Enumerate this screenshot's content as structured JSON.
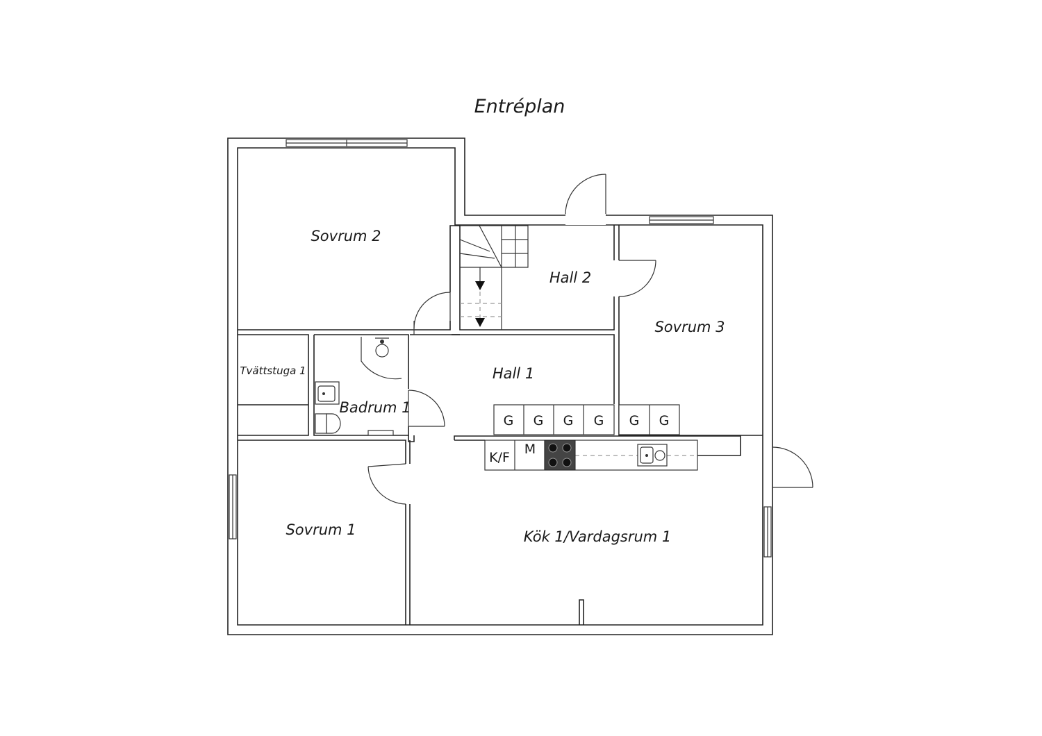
{
  "title": "Entréplan",
  "rooms": {
    "sovrum_2": "Sovrum 2",
    "hall_2": "Hall 2",
    "sovrum_3": "Sovrum 3",
    "tvattstuga_1": "Tvättstuga 1",
    "badrum_1": "Badrum 1",
    "hall_1": "Hall 1",
    "sovrum_1": "Sovrum 1",
    "kok_vardagsrum_1": "Kök 1/Vardagsrum 1"
  },
  "wardrobes": [
    "G",
    "G",
    "G",
    "G",
    "G",
    "G"
  ],
  "appliances": {
    "fridge_freezer": "K/F",
    "microwave": "M"
  },
  "colors": {
    "wall": "#222222",
    "stove": "#444444",
    "background": "#ffffff"
  }
}
